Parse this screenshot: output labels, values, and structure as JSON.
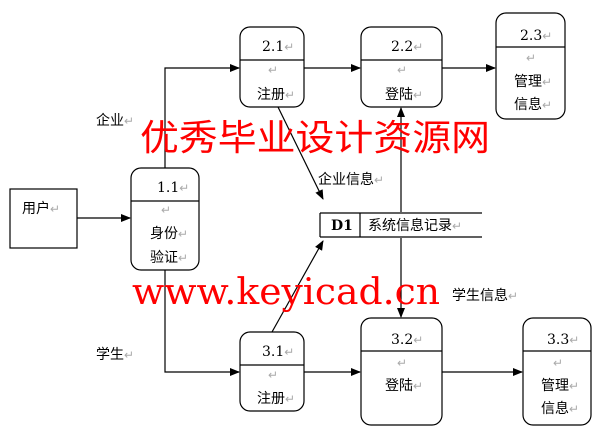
{
  "colors": {
    "watermark": "#ff0000",
    "line": "#000000",
    "return_mark": "#aaaaaa"
  },
  "return_mark": "↵",
  "external": {
    "user": "用户"
  },
  "processes": {
    "p11": {
      "id": "1.1",
      "line1": "身份",
      "line2": "验证"
    },
    "p21": {
      "id": "2.1",
      "line1": "注册"
    },
    "p22": {
      "id": "2.2",
      "line1": "登陆"
    },
    "p23": {
      "id": "2.3",
      "line1": "管理",
      "line2": "信息"
    },
    "p31": {
      "id": "3.1",
      "line1": "注册"
    },
    "p32": {
      "id": "3.2",
      "line1": "登陆"
    },
    "p33": {
      "id": "3.3",
      "line1": "管理",
      "line2": "信息"
    }
  },
  "store": {
    "id": "D1",
    "name": "系统信息记录"
  },
  "flows": {
    "enterprise": "企业",
    "student": "学生",
    "enterprise_info": "企业信息",
    "student_info": "学生信息"
  },
  "watermark": {
    "line1": "优秀毕业设计资源网",
    "line2": "www.keyicad.cn"
  }
}
